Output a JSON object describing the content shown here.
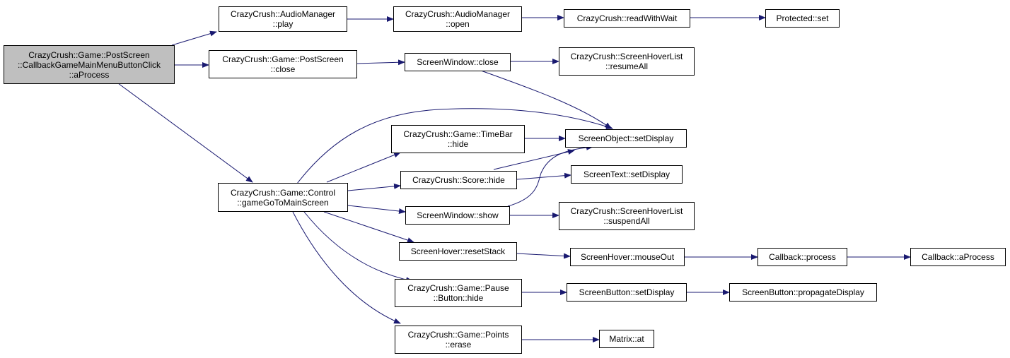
{
  "graph": {
    "nodes": [
      {
        "id": "root",
        "label": "CrazyCrush::Game::PostScreen\n::CallbackGameMainMenuButtonClick\n::aProcess"
      },
      {
        "id": "audio_play",
        "label": "CrazyCrush::AudioManager\n::play"
      },
      {
        "id": "audio_open",
        "label": "CrazyCrush::AudioManager\n::open"
      },
      {
        "id": "read_with_wait",
        "label": "CrazyCrush::readWithWait"
      },
      {
        "id": "protected_set",
        "label": "Protected::set"
      },
      {
        "id": "postscreen_close",
        "label": "CrazyCrush::Game::PostScreen\n::close"
      },
      {
        "id": "screenwindow_close",
        "label": "ScreenWindow::close"
      },
      {
        "id": "hoverlist_resume",
        "label": "CrazyCrush::ScreenHoverList\n::resumeAll"
      },
      {
        "id": "screenobject_setdisplay",
        "label": "ScreenObject::setDisplay"
      },
      {
        "id": "timebar_hide",
        "label": "CrazyCrush::Game::TimeBar\n::hide"
      },
      {
        "id": "score_hide",
        "label": "CrazyCrush::Score::hide"
      },
      {
        "id": "screentext_setdisplay",
        "label": "ScreenText::setDisplay"
      },
      {
        "id": "control_main",
        "label": "CrazyCrush::Game::Control\n::gameGoToMainScreen"
      },
      {
        "id": "screenwindow_show",
        "label": "ScreenWindow::show"
      },
      {
        "id": "hoverlist_suspend",
        "label": "CrazyCrush::ScreenHoverList\n::suspendAll"
      },
      {
        "id": "hover_resetstack",
        "label": "ScreenHover::resetStack"
      },
      {
        "id": "hover_mouseout",
        "label": "ScreenHover::mouseOut"
      },
      {
        "id": "callback_process",
        "label": "Callback::process"
      },
      {
        "id": "callback_aprocess",
        "label": "Callback::aProcess"
      },
      {
        "id": "pause_button_hide",
        "label": "CrazyCrush::Game::Pause\n::Button::hide"
      },
      {
        "id": "screenbutton_setdisplay",
        "label": "ScreenButton::setDisplay"
      },
      {
        "id": "screenbutton_propagate",
        "label": "ScreenButton::propagateDisplay"
      },
      {
        "id": "points_erase",
        "label": "CrazyCrush::Game::Points\n::erase"
      },
      {
        "id": "matrix_at",
        "label": "Matrix::at"
      }
    ],
    "edges": [
      [
        "root",
        "audio_play"
      ],
      [
        "root",
        "postscreen_close"
      ],
      [
        "root",
        "control_main"
      ],
      [
        "audio_play",
        "audio_open"
      ],
      [
        "audio_open",
        "read_with_wait"
      ],
      [
        "read_with_wait",
        "protected_set"
      ],
      [
        "postscreen_close",
        "screenwindow_close"
      ],
      [
        "screenwindow_close",
        "hoverlist_resume"
      ],
      [
        "screenwindow_close",
        "screenobject_setdisplay"
      ],
      [
        "control_main",
        "screenobject_setdisplay"
      ],
      [
        "control_main",
        "timebar_hide"
      ],
      [
        "control_main",
        "score_hide"
      ],
      [
        "control_main",
        "screenwindow_show"
      ],
      [
        "control_main",
        "hover_resetstack"
      ],
      [
        "control_main",
        "pause_button_hide"
      ],
      [
        "control_main",
        "points_erase"
      ],
      [
        "timebar_hide",
        "screenobject_setdisplay"
      ],
      [
        "score_hide",
        "screenobject_setdisplay"
      ],
      [
        "score_hide",
        "screentext_setdisplay"
      ],
      [
        "screenwindow_show",
        "screenobject_setdisplay"
      ],
      [
        "screenwindow_show",
        "hoverlist_suspend"
      ],
      [
        "hover_resetstack",
        "hover_mouseout"
      ],
      [
        "hover_mouseout",
        "callback_process"
      ],
      [
        "callback_process",
        "callback_aprocess"
      ],
      [
        "pause_button_hide",
        "screenbutton_setdisplay"
      ],
      [
        "screenbutton_setdisplay",
        "screenbutton_propagate"
      ],
      [
        "points_erase",
        "matrix_at"
      ]
    ],
    "colors": {
      "edge": "#191970",
      "root_fill": "#bfbfbf",
      "node_border": "#000000"
    }
  }
}
